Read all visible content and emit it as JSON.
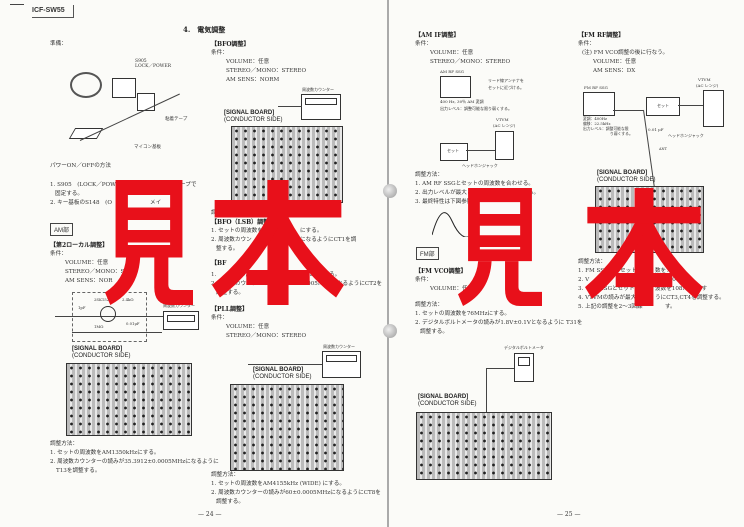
{
  "header": {
    "model": "ICF-SW55",
    "section_title": "4.　電気調整"
  },
  "left_page": {
    "prep": "準備：",
    "diagram": {
      "switch_label": "S905",
      "switch_sub": "LOCK／POWER",
      "tape": "粘着テープ",
      "board": "マイコン基板"
    },
    "power": {
      "title": "パワーON／OFFの方法",
      "l1": "1. S905　(LOCK／POW",
      "l1b": "ープで",
      "l2": "固定する。",
      "l3": "2. キー基板のS148　(O",
      "l3b": "メイ"
    },
    "am_badge": "AM部",
    "second_local": {
      "title": "【第2ローカル調整】",
      "cond": "条件：",
      "volume": "VOLUME：任意",
      "stereo": "STEREO／MONO：ST",
      "sens": "AM SENS：NOR",
      "dc": "DC 3V",
      "counter": "周波数カウンター",
      "c1": "1pF",
      "fet": "2SK152-4",
      "r": "2.4kΩ",
      "c2": "0.01μF",
      "r2": "1MΩ",
      "method": "調整方法：",
      "m1": "1. セットの周波数をAM1350kHzにする。",
      "m2": "2. 周波数カウンターの読みが35.3912±0.0005MHzになるように",
      "m3": "T13を調整する。"
    },
    "bfo": {
      "title": "【BFO調整】",
      "cond": "条件：",
      "volume": "VOLUME：任意",
      "stereo": "STEREO／MONO：STEREO",
      "sens": "AM SENS：NORM",
      "counter": "周波数カウンター",
      "method": "調整方法：",
      "lsb_title": "【BFO（LSB）調整】",
      "l1": "1. セットの周波数を",
      "l1b": "にする。",
      "l2": "2. 周波数カウン",
      "l2b": "になるようにCT1を調",
      "l3": "整する。"
    },
    "bfo2": {
      "title": "【BF",
      "l1": "1.",
      "l1b": "の周波数をAM1",
      "l1c": "(LSB) にする。",
      "l2": "2. 周波数カウンターの読み",
      "l2b": "53±0.005MHzになるようにCT2を",
      "l3": "調整する。"
    },
    "pll": {
      "title": "【PLL調整】",
      "cond": "条件：",
      "volume": "VOLUME：任意",
      "stereo": "STEREO／MONO：STEREO",
      "counter": "周波数カウンター",
      "method": "調整方法：",
      "m1": "1. セットの周波数をAM4155kHz (WIDE) にする。",
      "m2": "2. 周波数カウンターの読みが60±0.0005MHzになるようにCT8を",
      "m3": "調整する。"
    },
    "signal_board": "[SIGNAL BOARD]",
    "conductor_side": "(CONDUCTOR SIDE)",
    "page_number": "— 24 —"
  },
  "right_page": {
    "am_if": {
      "title": "【AM IF調整】",
      "cond": "条件：",
      "volume": "VOLUME：任意",
      "stereo": "STEREO／MONO：STEREO",
      "ssg": "AM RF SSG",
      "antenna1": "リード線アンテナを",
      "antenna2": "セットに近づける。",
      "mod": "400 Hz, 30％ AM 変調",
      "level": "出力レベル：調整可能な限り弱くする。",
      "vtvm": "VTVM",
      "ac": "(AC レンジ)",
      "set": "セット",
      "jack": "ヘッドホンジャック",
      "method": "調整方法：",
      "m1": "1. AM RF SSGとセットの周波数を合わせる。",
      "m2": "2. 出力レベルが最大となるようT45を調整する。",
      "m3": "3. 最終特性は下図参照。"
    },
    "fm_badge": "FM部",
    "fm_vco": {
      "title": "【FM VCO調整】",
      "cond": "条件：",
      "volume": "VOLUME：任意",
      "method": "調整方法：",
      "m1": "1. セットの周波数を76MHzにする。",
      "m2": "2. デジタルボルトメータの読みが1.8V±0.1Vとなるように T31を",
      "m3": "調整する。",
      "dvm": "デジタルボルトメータ"
    },
    "fm_rf": {
      "title": "【FM RF調整】",
      "cond": "条件：",
      "note": "(注) FM VCO調整の後に行なう。",
      "volume": "VOLUME：任意",
      "sens": "AM SENS：DX",
      "ssg": "FM RF SSG",
      "mod": "変調：400Hz",
      "dev": "偏移：22.5kHz",
      "level": "出力レベル：調整可能な限",
      "level2": "り弱くする。",
      "cap": "0.01 μF",
      "vtvm": "VTVM",
      "ac": "(AC レンジ)",
      "set": "セット",
      "jack": "ヘッドホンジャック",
      "ant": "ANT",
      "method": "調整方法：",
      "m1": "1. FM SS",
      "m1b": "セット",
      "m1c": "数を76M",
      "m2": "2. V",
      "m2b": "T10",
      "m3": "3.",
      "m3b": "SSGとセット",
      "m3c": "波数を108MHzにす",
      "m4": "4. VTVMの読みが最大と",
      "m4b": "うにCT3,CT4を調整する。",
      "m5": "5. 上記の調整を2～3回繰",
      "m5b": "す。"
    },
    "signal_board": "[SIGNAL BOARD]",
    "conductor_side": "(CONDUCTOR SIDE)",
    "page_number": "— 25 —"
  },
  "watermark": {
    "left": [
      "見",
      "本"
    ],
    "right": [
      "見",
      "本"
    ],
    "color": "#e8101a"
  }
}
